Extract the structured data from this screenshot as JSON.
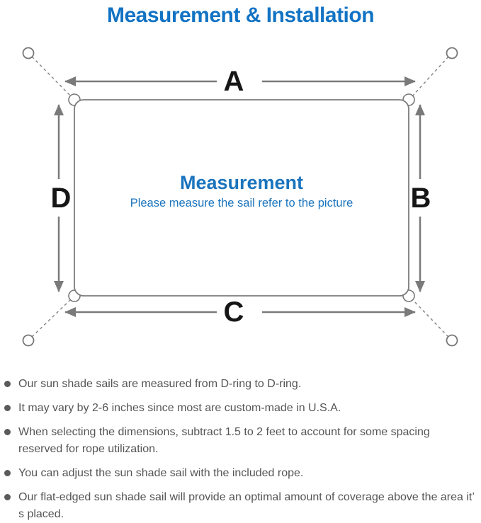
{
  "title": "Measurement & Installation",
  "diagram": {
    "labels": {
      "top": "A",
      "right": "B",
      "bottom": "C",
      "left": "D"
    },
    "center_title": "Measurement",
    "center_subtitle": "Please measure the sail refer to the picture"
  },
  "bullets": [
    "Our sun shade sails are measured from D-ring to D-ring.",
    "It may vary by 2-6 inches since most are custom-made in U.S.A.",
    "When selecting the dimensions, subtract 1.5 to 2 feet to account for some spacing reserved for rope utilization.",
    "You can adjust the sun shade sail with the included rope.",
    "Our flat-edged sun shade sail will provide an optimal amount of coverage above the area it’ s placed."
  ],
  "colors": {
    "title_blue": "#1273c4",
    "center_blue": "#1b74bd",
    "line_gray": "#7a7a7a",
    "text_gray": "#555555"
  }
}
